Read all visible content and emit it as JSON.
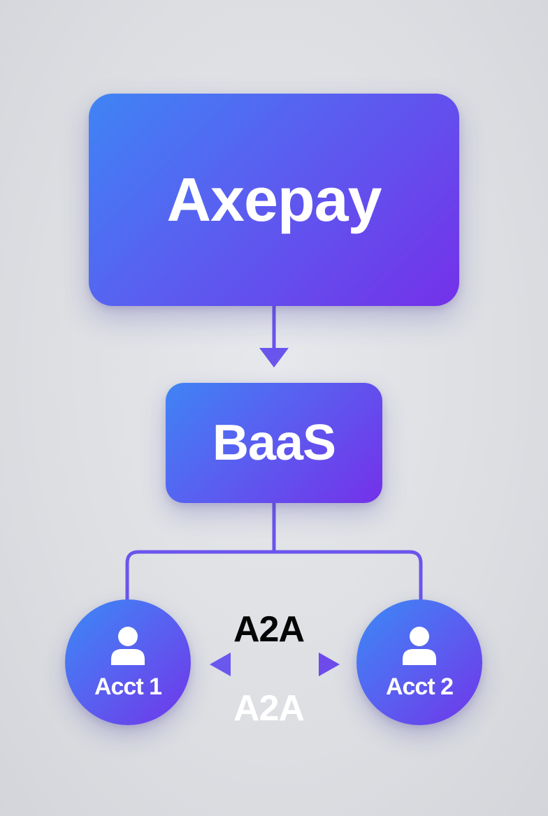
{
  "nodes": {
    "platform": {
      "label": "Axepay"
    },
    "baas": {
      "label": "BaaS"
    },
    "account_1": {
      "label": "Acct 1",
      "icon": "user-icon"
    },
    "account_2": {
      "label": "Acct 2",
      "icon": "user-icon"
    }
  },
  "edges": {
    "transfer_label_top": "A2A",
    "transfer_label_bottom": "A2A"
  },
  "colors": {
    "node_gradient_start": "#3f84f5",
    "node_gradient_end": "#7431e9",
    "connector": "#6a52ec",
    "background": "#dcdee2"
  }
}
